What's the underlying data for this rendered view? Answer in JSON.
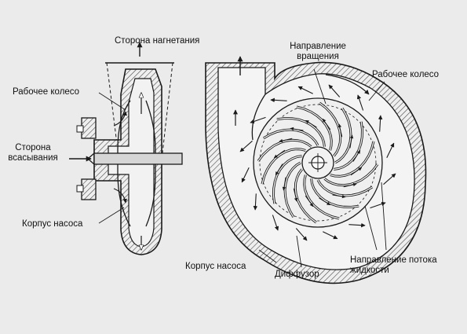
{
  "labels": {
    "discharge_side": "Сторона нагнетания",
    "impeller_left": "Рабочее колесо",
    "suction_side_line1": "Сторона",
    "suction_side_line2": "всасывания",
    "pump_casing_left": "Корпус насоса",
    "rotation_line1": "Направление",
    "rotation_line2": "вращения",
    "impeller_right": "Рабочее колесо",
    "pump_casing_right": "Корпус насоса",
    "diffuser": "Диффузор",
    "flow_line1": "Направление потока",
    "flow_line2": "жидкости"
  },
  "colors": {
    "background": "#ebebeb",
    "line": "#1a1a1a",
    "hatch": "#4a4a4a",
    "metal": "#d6d6d6"
  }
}
